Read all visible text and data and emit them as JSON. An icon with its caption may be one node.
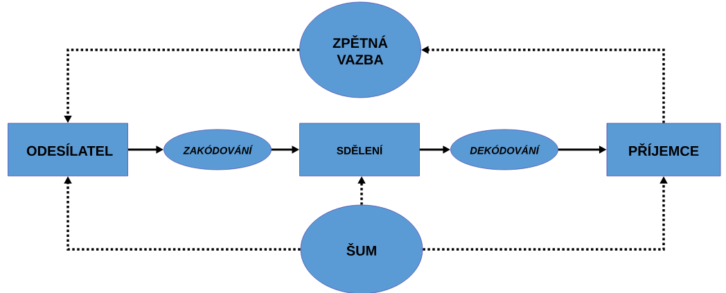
{
  "diagram": {
    "nodes": [
      {
        "text": [
          "ODESÍLATEL"
        ]
      },
      {
        "text": [
          "ZAKÓDOVÁNÍ"
        ]
      },
      {
        "text": [
          "SDĚLENÍ"
        ]
      },
      {
        "text": [
          "DEKÓDOVÁNÍ"
        ]
      },
      {
        "text": [
          "PŘÍJEMCE"
        ]
      },
      {
        "text": [
          "ZPĚTNÁ VAZBA"
        ]
      },
      {
        "text": [
          "ŠUM"
        ]
      }
    ],
    "edges": [
      {
        "from": 0,
        "to": 1,
        "arrow": "to"
      },
      {
        "from": 1,
        "to": 2,
        "arrow": "to"
      },
      {
        "from": 2,
        "to": 3,
        "arrow": "to"
      },
      {
        "from": 3,
        "to": 4,
        "arrow": "to"
      },
      {
        "from": 4,
        "to": 5,
        "arrow": "to",
        "style": "dashed"
      },
      {
        "from": 5,
        "to": 0,
        "arrow": "to",
        "style": "dashed"
      },
      {
        "from": 6,
        "to": 0,
        "arrow": "to",
        "style": "dashed"
      },
      {
        "from": 6,
        "to": 2,
        "arrow": "to",
        "style": "dashed"
      },
      {
        "from": 6,
        "to": 4,
        "arrow": "to",
        "style": "dashed"
      }
    ]
  }
}
